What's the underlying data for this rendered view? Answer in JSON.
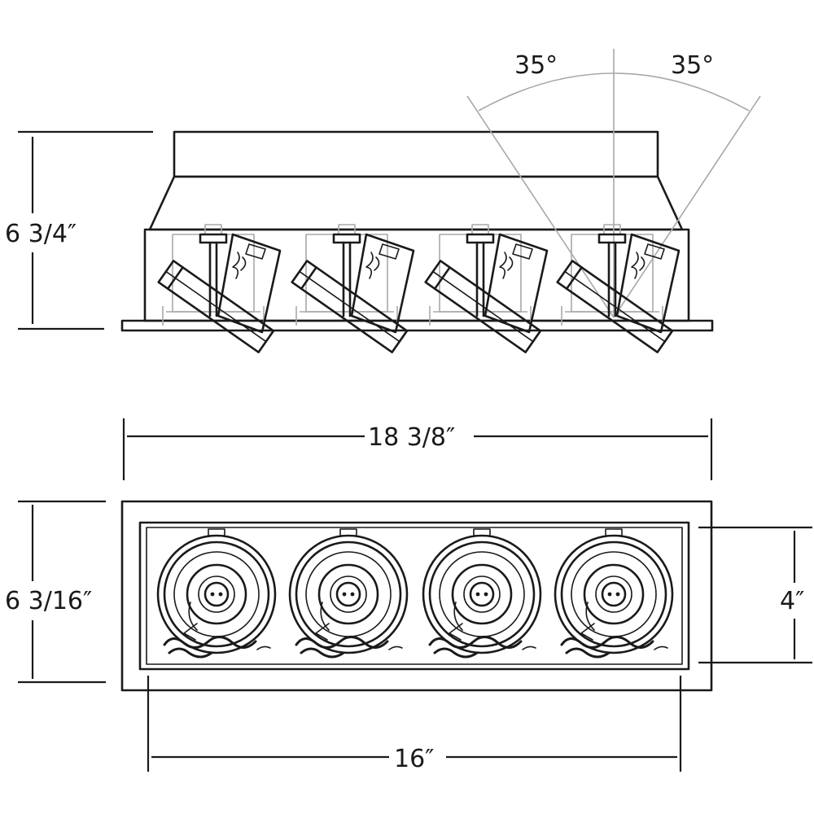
{
  "dimensions": {
    "front_height": "6 3/4″",
    "overall_width": "18 3/8″",
    "overall_depth": "6 3/16″",
    "aperture_depth": "4″",
    "aperture_width": "16″"
  },
  "angles": {
    "left": "35°",
    "right": "35°"
  },
  "fixture": {
    "lamp_count": 4
  }
}
